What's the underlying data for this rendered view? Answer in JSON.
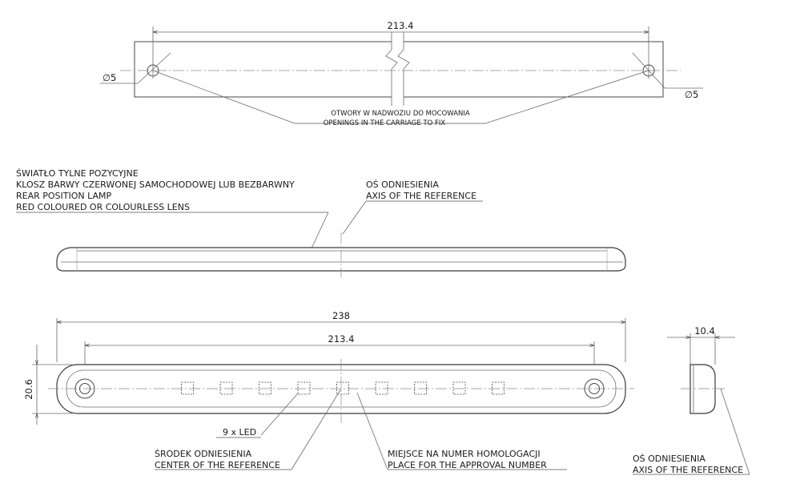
{
  "top_view": {
    "dim_spacing": "213.4",
    "hole_left": "∅5",
    "hole_right": "∅5",
    "note_pl": "OTWORY W NADWOZIU DO MOCOWANIA",
    "note_en": "OPENINGS IN THE CARRIAGE TO FIX"
  },
  "side_view": {
    "lamp_label": [
      "ŚWIATŁO TYLNE POZYCYJNE",
      "KLOSZ BARWY CZERWONEJ SAMOCHODOWEJ LUB BEZBARWNY",
      "REAR POSITION LAMP",
      "RED COLOURED  OR COLOURLESS LENS"
    ],
    "axis_pl": "OŚ ODNIESIENIA",
    "axis_en": "AXIS OF THE REFERENCE"
  },
  "front_view": {
    "dim_length": "238",
    "dim_spacing": "213.4",
    "dim_height": "20.6",
    "led_count_label": "9 x LED",
    "center_pl": "ŚRODEK ODNIESIENIA",
    "center_en": "CENTER OF THE REFERENCE",
    "approval_pl": "MIEJSCE NA NUMER HOMOLOGACJI",
    "approval_en": "PLACE FOR THE APPROVAL NUMBER"
  },
  "end_view": {
    "dim_depth": "10.4",
    "axis_pl": "OŚ ODNIESIENIA",
    "axis_en": "AXIS OF THE REFERENCE"
  }
}
